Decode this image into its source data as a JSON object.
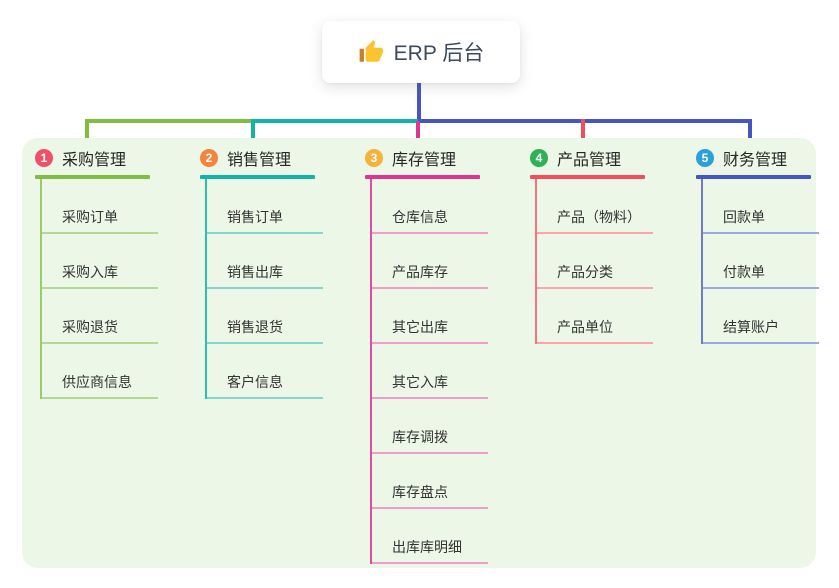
{
  "root": {
    "title": "ERP 后台",
    "icon": "thumbs-up-icon"
  },
  "colors": {
    "canvas_bg": "#ffffff",
    "panel_bg": "#ecf7e7",
    "trunk": "#4455c4",
    "root_text": "#3d4a5c",
    "child_text": "#333333"
  },
  "branches": [
    {
      "badge": "1",
      "badge_color": "#f04f68",
      "label": "采购管理",
      "line_color": "#7fbe42",
      "light_line_color": "#b2d893",
      "children": [
        "采购订单",
        "采购入库",
        "采购退货",
        "供应商信息"
      ]
    },
    {
      "badge": "2",
      "badge_color": "#f6833c",
      "label": "销售管理",
      "line_color": "#14b3a7",
      "light_line_color": "#84d6ce",
      "children": [
        "销售订单",
        "销售出库",
        "销售退货",
        "客户信息"
      ]
    },
    {
      "badge": "3",
      "badge_color": "#f5b33b",
      "label": "库存管理",
      "line_color": "#dc3690",
      "light_line_color": "#f09dcb",
      "children": [
        "仓库信息",
        "产品库存",
        "其它出库",
        "其它入库",
        "库存调拨",
        "库存盘点",
        "出库库明细"
      ]
    },
    {
      "badge": "4",
      "badge_color": "#2fb256",
      "label": "产品管理",
      "line_color": "#f34e5e",
      "light_line_color": "#f8a6ac",
      "children": [
        "产品（物料）",
        "产品分类",
        "产品单位"
      ]
    },
    {
      "badge": "5",
      "badge_color": "#2d9fdb",
      "label": "财务管理",
      "line_color": "#4455c4",
      "light_line_color": "#9ba9df",
      "children": [
        "回款单",
        "付款单",
        "结算账户"
      ]
    }
  ]
}
